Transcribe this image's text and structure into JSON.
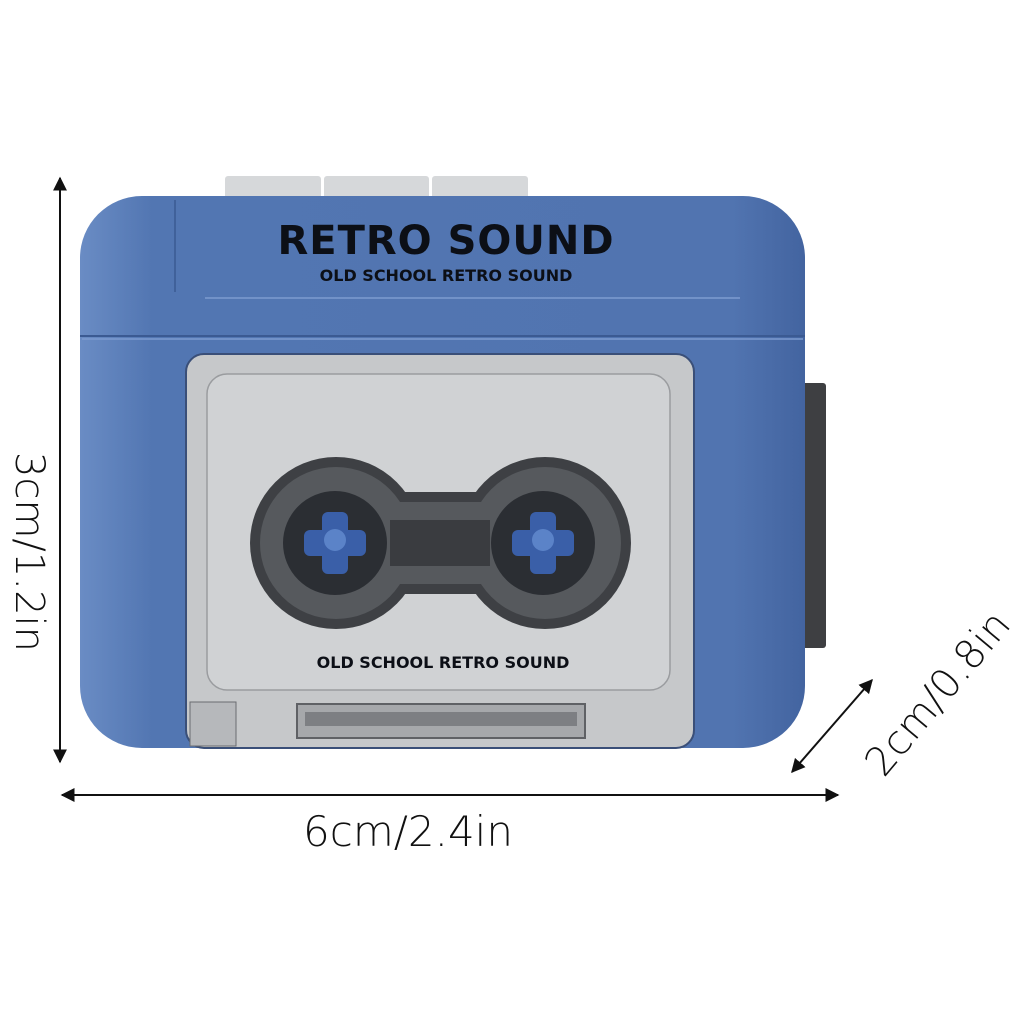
{
  "product": {
    "brand_title": "RETRO SOUND",
    "brand_subtitle": "OLD SCHOOL RETRO SOUND",
    "door_label": "OLD SCHOOL RETRO SOUND"
  },
  "dimensions": {
    "height_label": "3cm/1.2in",
    "width_label": "6cm/2.4in",
    "depth_label": "2cm/0.8in"
  },
  "colors": {
    "body_blue": "#5276b2",
    "door_gray": "#c9cbcd",
    "window_dark": "#4a4c50",
    "reel_blue": "#3a5fa8"
  }
}
